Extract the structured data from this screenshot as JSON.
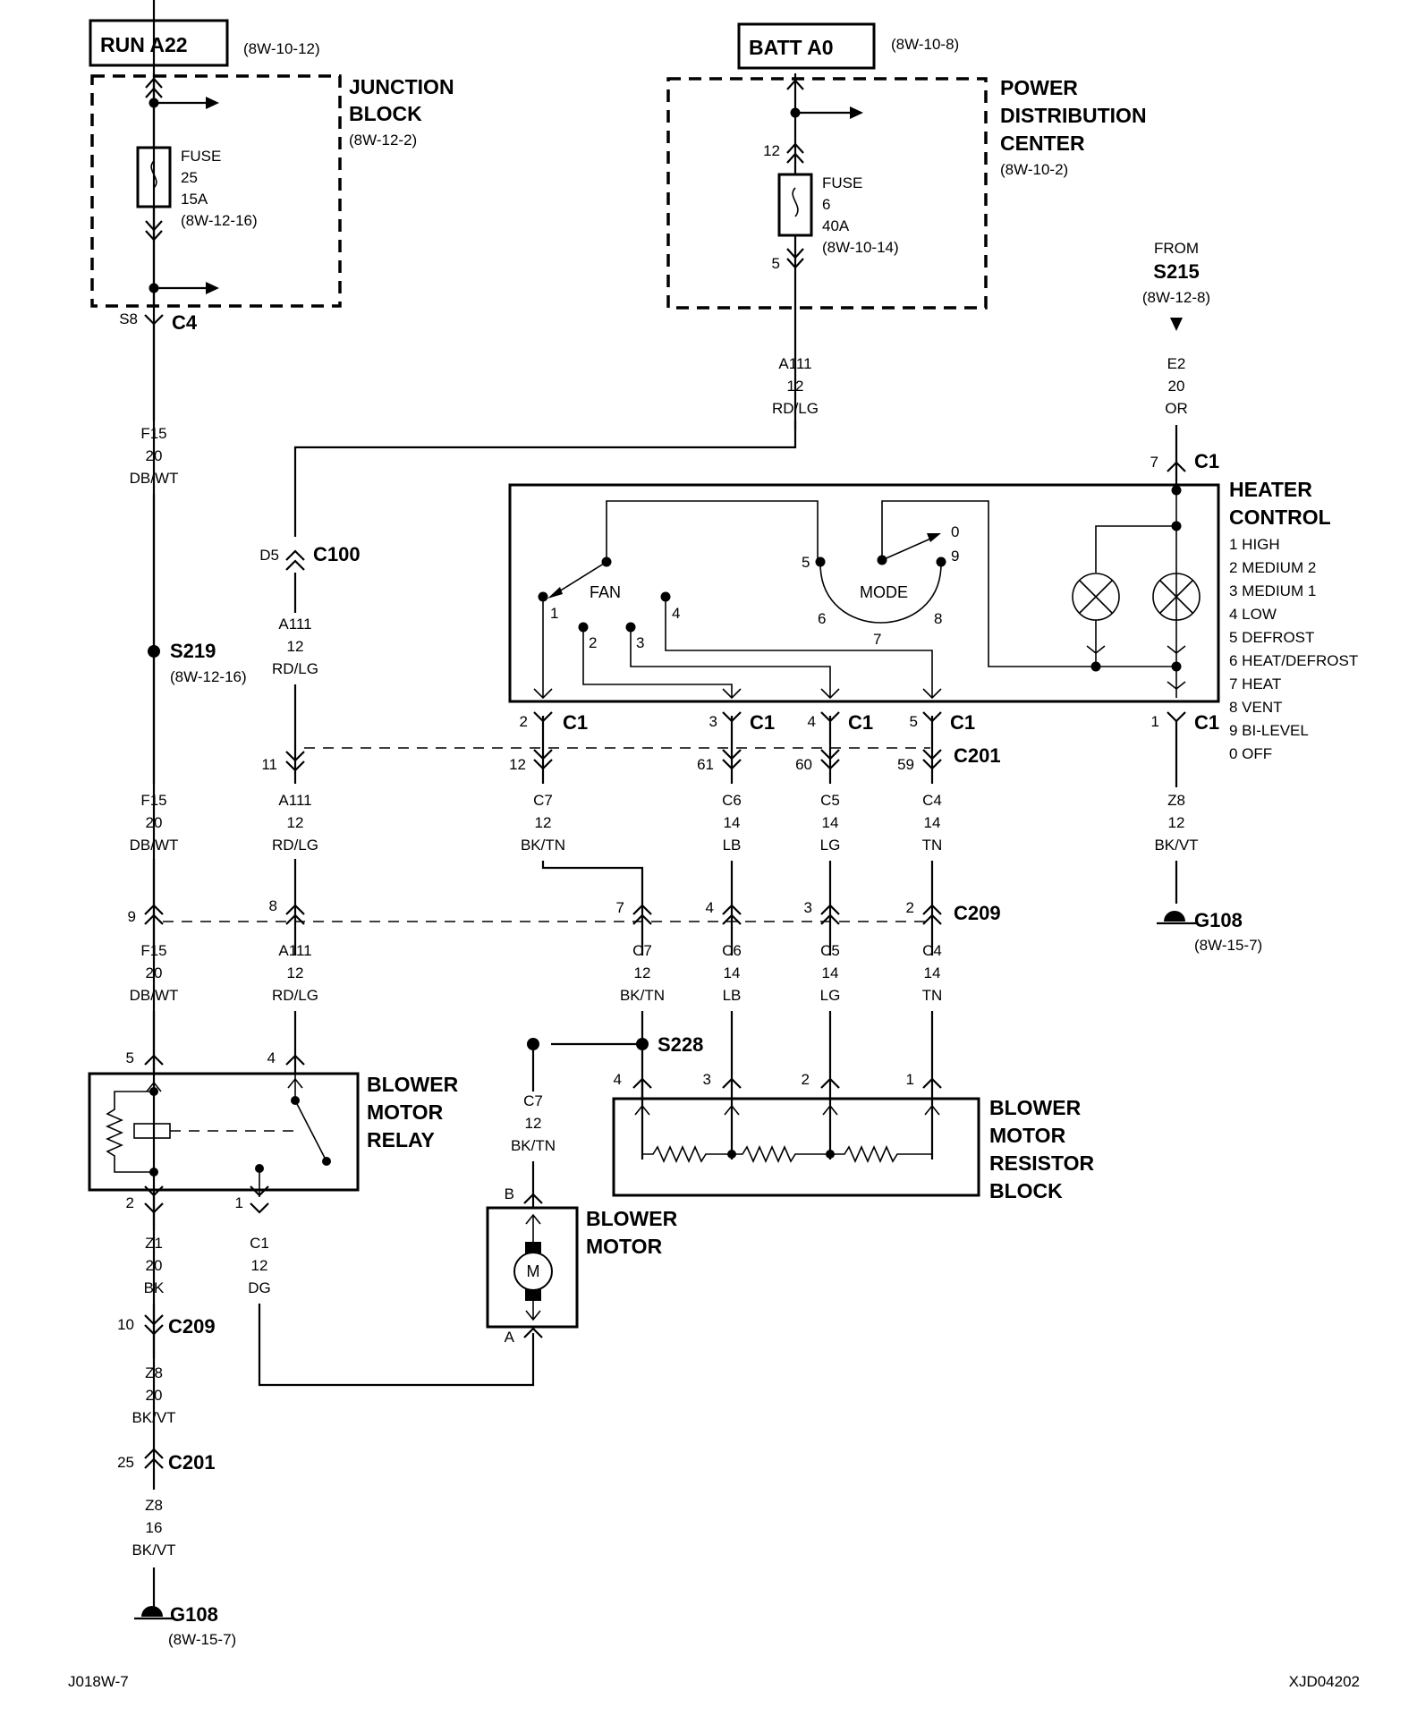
{
  "top": {
    "run_label": "RUN A22",
    "run_ref": "(8W-10-12)",
    "batt_label": "BATT A0",
    "batt_ref": "(8W-10-8)"
  },
  "junction_block": {
    "title": [
      "JUNCTION",
      "BLOCK"
    ],
    "ref": "(8W-12-2)",
    "fuse": [
      "FUSE",
      "25",
      "15A",
      "(8W-12-16)"
    ],
    "pin": "S8",
    "connector": "C4"
  },
  "pdc": {
    "title": [
      "POWER",
      "DISTRIBUTION",
      "CENTER"
    ],
    "ref": "(8W-10-2)",
    "fuse": [
      "FUSE",
      "6",
      "40A",
      "(8W-10-14)"
    ],
    "pin_top": "12",
    "pin_bottom": "5"
  },
  "from_s215": {
    "from": "FROM",
    "splice": "S215",
    "ref": "(8W-12-8)"
  },
  "wires": {
    "a111_top": [
      "A111",
      "12",
      "RD/LG"
    ],
    "e2": [
      "E2",
      "20",
      "OR"
    ],
    "f15_a": [
      "F15",
      "20",
      "DB/WT"
    ],
    "a111_c100": [
      "A111",
      "12",
      "RD/LG"
    ],
    "f15_b": [
      "F15",
      "20",
      "DB/WT"
    ],
    "a111_b": [
      "A111",
      "12",
      "RD/LG"
    ],
    "c7_a": [
      "C7",
      "12",
      "BK/TN"
    ],
    "c6_a": [
      "C6",
      "14",
      "LB"
    ],
    "c5_a": [
      "C5",
      "14",
      "LG"
    ],
    "c4_a": [
      "C4",
      "14",
      "TN"
    ],
    "z8_right": [
      "Z8",
      "12",
      "BK/VT"
    ],
    "f15_c": [
      "F15",
      "20",
      "DB/WT"
    ],
    "a111_c": [
      "A111",
      "12",
      "RD/LG"
    ],
    "c7_b": [
      "C7",
      "12",
      "BK/TN"
    ],
    "c6_b": [
      "C6",
      "14",
      "LB"
    ],
    "c5_b": [
      "C5",
      "14",
      "LG"
    ],
    "c4_b": [
      "C4",
      "14",
      "TN"
    ],
    "c7_c": [
      "C7",
      "12",
      "BK/TN"
    ],
    "z1": [
      "Z1",
      "20",
      "BK"
    ],
    "c1": [
      "C1",
      "12",
      "DG"
    ],
    "z8_a": [
      "Z8",
      "20",
      "BK/VT"
    ],
    "z8_b": [
      "Z8",
      "16",
      "BK/VT"
    ]
  },
  "connectors": {
    "c1": "C1",
    "c100": "C100",
    "c201": "C201",
    "c209": "C209",
    "d5": "D5"
  },
  "pins": {
    "c1_top": "7",
    "c1_2": "2",
    "c1_3": "3",
    "c1_4": "4",
    "c1_5": "5",
    "c1_1": "1",
    "c201_11": "11",
    "c201_12": "12",
    "c201_61": "61",
    "c201_60": "60",
    "c201_59": "59",
    "c209_9": "9",
    "c209_8": "8",
    "c209_7": "7",
    "c209_4": "4",
    "c209_3": "3",
    "c209_2": "2",
    "relay_5": "5",
    "relay_4": "4",
    "relay_2": "2",
    "relay_1": "1",
    "res_4": "4",
    "res_3": "3",
    "res_2": "2",
    "res_1": "1",
    "motor_b": "B",
    "motor_a": "A",
    "c209_10": "10",
    "c201_25": "25"
  },
  "splices": {
    "s219": "S219",
    "s219_ref": "(8W-12-16)",
    "s228": "S228"
  },
  "heater_control": {
    "title": [
      "HEATER",
      "CONTROL"
    ],
    "fan_label": "FAN",
    "mode_label": "MODE",
    "fan_pins": [
      "1",
      "2",
      "3",
      "4"
    ],
    "mode_pins": [
      "5",
      "6",
      "7",
      "8",
      "9",
      "0"
    ],
    "legend": [
      "1 HIGH",
      "2 MEDIUM 2",
      "3 MEDIUM 1",
      "4 LOW",
      "5 DEFROST",
      "6 HEAT/DEFROST",
      "7 HEAT",
      "8 VENT",
      "9 BI-LEVEL",
      "0 OFF"
    ]
  },
  "grounds": {
    "right": "G108",
    "right_ref": "(8W-15-7)",
    "bottom": "G108",
    "bottom_ref": "(8W-15-7)"
  },
  "relay": {
    "title": [
      "BLOWER",
      "MOTOR",
      "RELAY"
    ]
  },
  "resistor_block": {
    "title": [
      "BLOWER",
      "MOTOR",
      "RESISTOR",
      "BLOCK"
    ]
  },
  "motor": {
    "title": [
      "BLOWER",
      "MOTOR"
    ],
    "symbol": "M"
  },
  "footer": {
    "left": "J018W-7",
    "right": "XJD04202"
  }
}
